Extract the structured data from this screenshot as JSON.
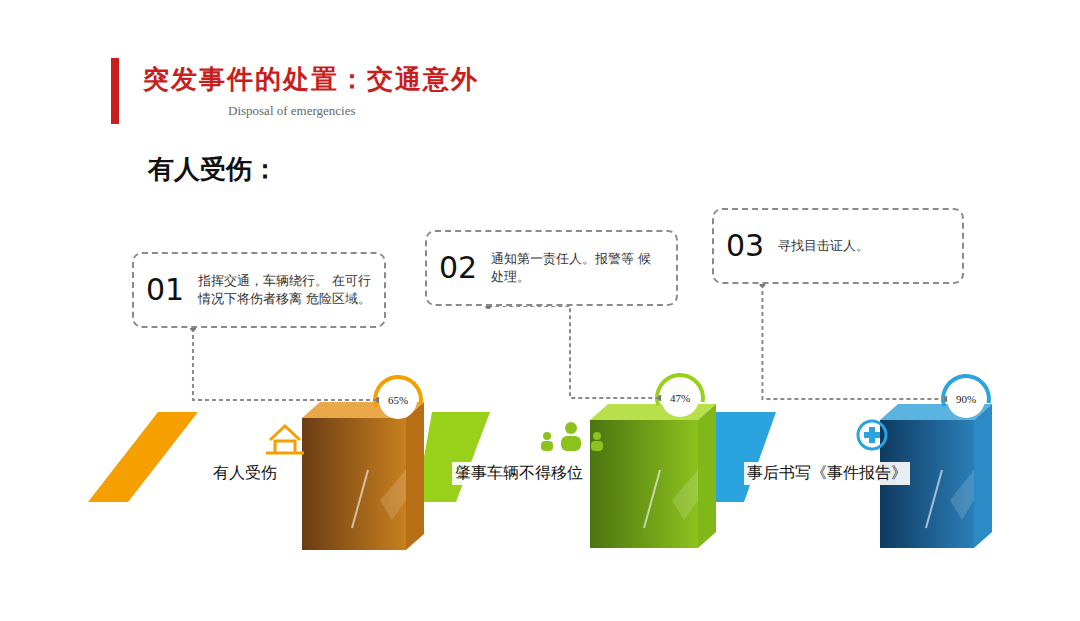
{
  "diagram": {
    "title": "突发事件的处置：交通意外",
    "nodes": [
      {
        "text": [
          "01",
          "指挥交通，车辆绕行。 在可行情况下将伤者移离 危险区域。"
        ]
      },
      {
        "text": [
          "65%"
        ]
      },
      {
        "text": [
          "02",
          "通知第一责任人。报警等 候处理。"
        ]
      },
      {
        "text": [
          "47%"
        ]
      },
      {
        "text": [
          "03",
          "寻找目击证人。"
        ]
      },
      {
        "text": [
          "90%"
        ]
      }
    ],
    "edges": [
      {
        "from": 0,
        "to": 1,
        "arrow": "none"
      },
      {
        "from": 2,
        "to": 3,
        "arrow": "none"
      },
      {
        "from": 4,
        "to": 5,
        "arrow": "none"
      }
    ],
    "labels": [
      "Disposal of emergencies",
      "有人受伤：",
      "有人受伤",
      "肇事车辆不得移位",
      "事后书写《事件报告》"
    ]
  }
}
